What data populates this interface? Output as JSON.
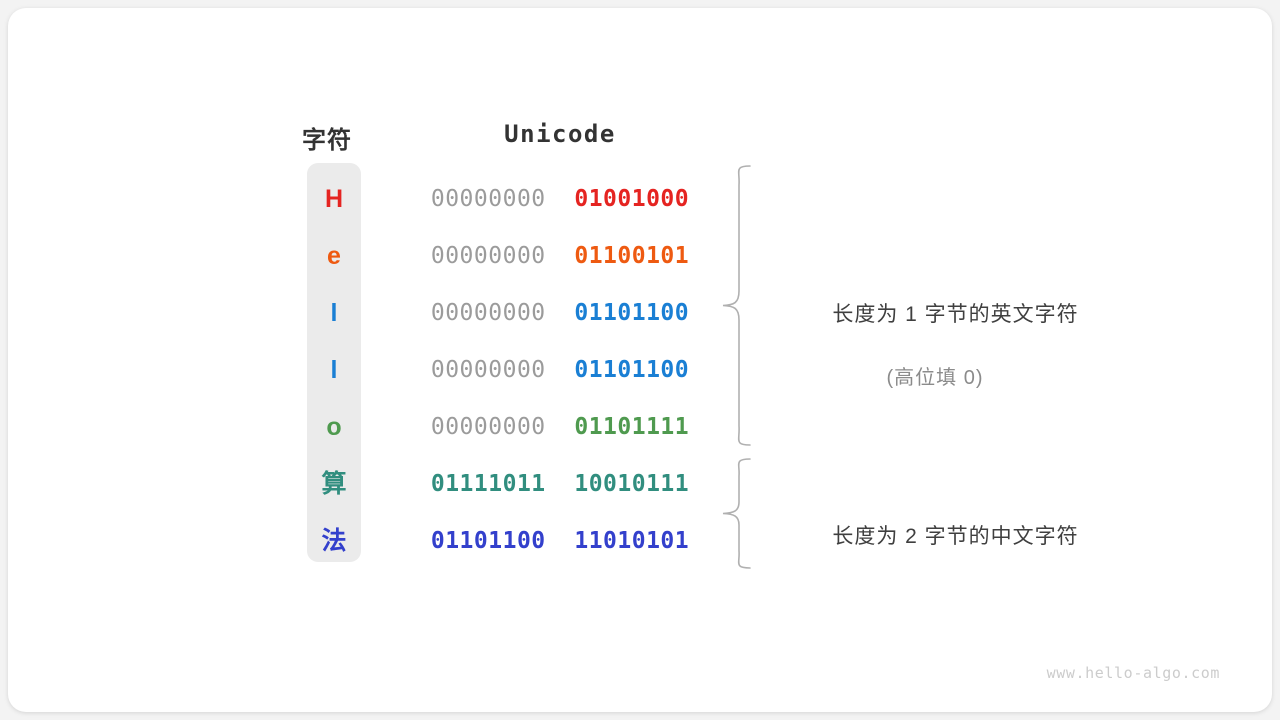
{
  "watermark": "www.hello-algo.com",
  "headers": {
    "char": "字符",
    "unicode": "Unicode"
  },
  "colors": {
    "red": "#e52421",
    "orange": "#ee5a11",
    "blue": "#1a7fd4",
    "green": "#4f9a4f",
    "teal": "#318e7f",
    "indigo": "#3340cc",
    "gray_high_bits": "#9b9b9b",
    "strip_bg": "#ebebeb",
    "brace": "#b0b0b0",
    "note_text": "#3f3f3f",
    "note_sub": "#8b8b8b"
  },
  "rows": [
    {
      "char": "H",
      "high": "00000000",
      "low": "01001000",
      "color": "#e52421",
      "high_is_padding": true
    },
    {
      "char": "e",
      "high": "00000000",
      "low": "01100101",
      "color": "#ee5a11",
      "high_is_padding": true
    },
    {
      "char": "l",
      "high": "00000000",
      "low": "01101100",
      "color": "#1a7fd4",
      "high_is_padding": true
    },
    {
      "char": "l",
      "high": "00000000",
      "low": "01101100",
      "color": "#1a7fd4",
      "high_is_padding": true
    },
    {
      "char": "o",
      "high": "00000000",
      "low": "01101111",
      "color": "#4f9a4f",
      "high_is_padding": true
    },
    {
      "char": "算",
      "high": "01111011",
      "low": "10010111",
      "color": "#318e7f",
      "high_is_padding": false
    },
    {
      "char": "法",
      "high": "01101100",
      "low": "11010101",
      "color": "#3340cc",
      "high_is_padding": false
    }
  ],
  "annotations": [
    {
      "main": "长度为 1 字节的英文字符",
      "sub": "(高位填 0)"
    },
    {
      "main": "长度为 2 字节的中文字符",
      "sub": ""
    }
  ]
}
